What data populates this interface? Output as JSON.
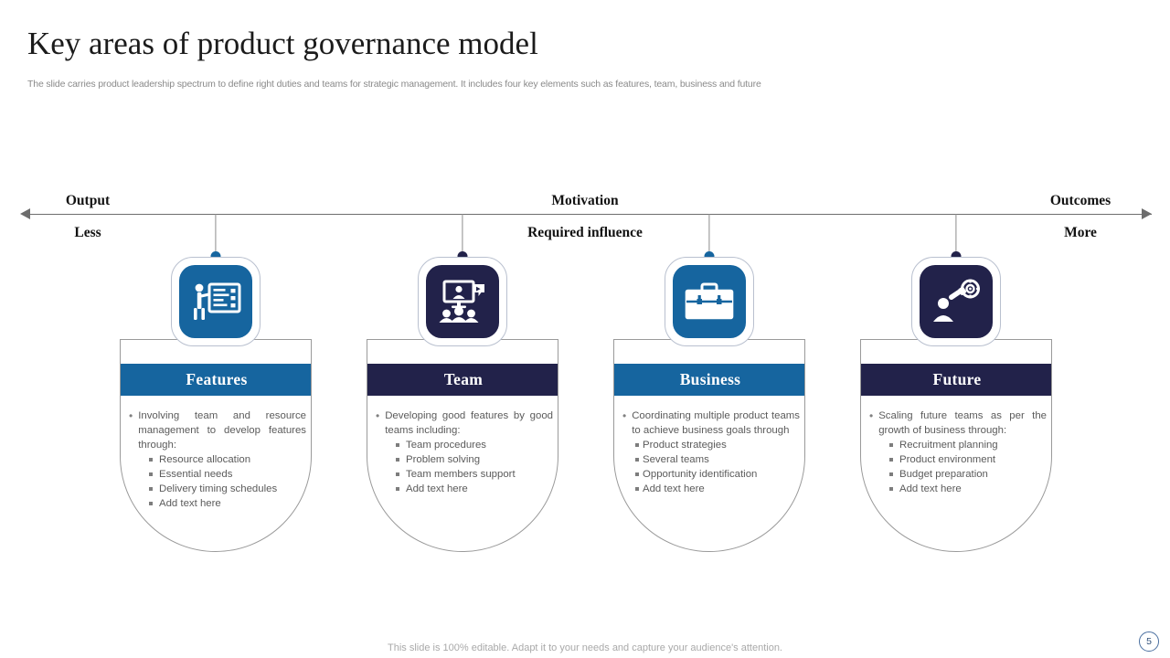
{
  "slide": {
    "title": "Key areas of product governance model",
    "subtitle": "The slide carries product leadership spectrum to define right duties and teams for strategic management. It includes four key elements such as features, team, business and future",
    "footer_note": "This slide is 100% editable. Adapt it to your needs and capture your audience's attention.",
    "page_number": "5"
  },
  "colors": {
    "blue": "#16659f",
    "navy": "#22224a",
    "axis": "#6d6d6d",
    "body_text": "#5b5b5b"
  },
  "axis": {
    "above_left": "Output",
    "above_center": "Motivation",
    "above_right": "Outcomes",
    "below_left": "Less",
    "below_center": "Required influence",
    "below_right": "More"
  },
  "cards": [
    {
      "title": "Features",
      "color": "#16659f",
      "icon": "presenter-board-icon",
      "lead": "Involving  team and resource management  to develop features through:",
      "subitems": [
        "Resource  allocation",
        "Essential needs",
        "Delivery  timing schedules",
        "Add text here"
      ]
    },
    {
      "title": "Team",
      "color": "#22224a",
      "icon": "video-conference-team-icon",
      "lead": "Developing  good features by good teams including:",
      "subitems": [
        "Team  procedures",
        "Problem  solving",
        "Team  members support",
        "Add text here"
      ]
    },
    {
      "title": "Business",
      "color": "#16659f",
      "icon": "briefcase-icon",
      "lead": "Coordinating  multiple product teams to achieve  business goals through",
      "subitems": [
        "Product strategies",
        "Several  teams",
        "Opportunity  identification",
        "Add text here"
      ]
    },
    {
      "title": "Future",
      "color": "#22224a",
      "icon": "telescope-target-icon",
      "lead": "Scaling future  teams as per the growth of business through:",
      "subitems": [
        "Recruitment  planning",
        "Product environment",
        "Budget preparation",
        "Add text here"
      ]
    }
  ]
}
